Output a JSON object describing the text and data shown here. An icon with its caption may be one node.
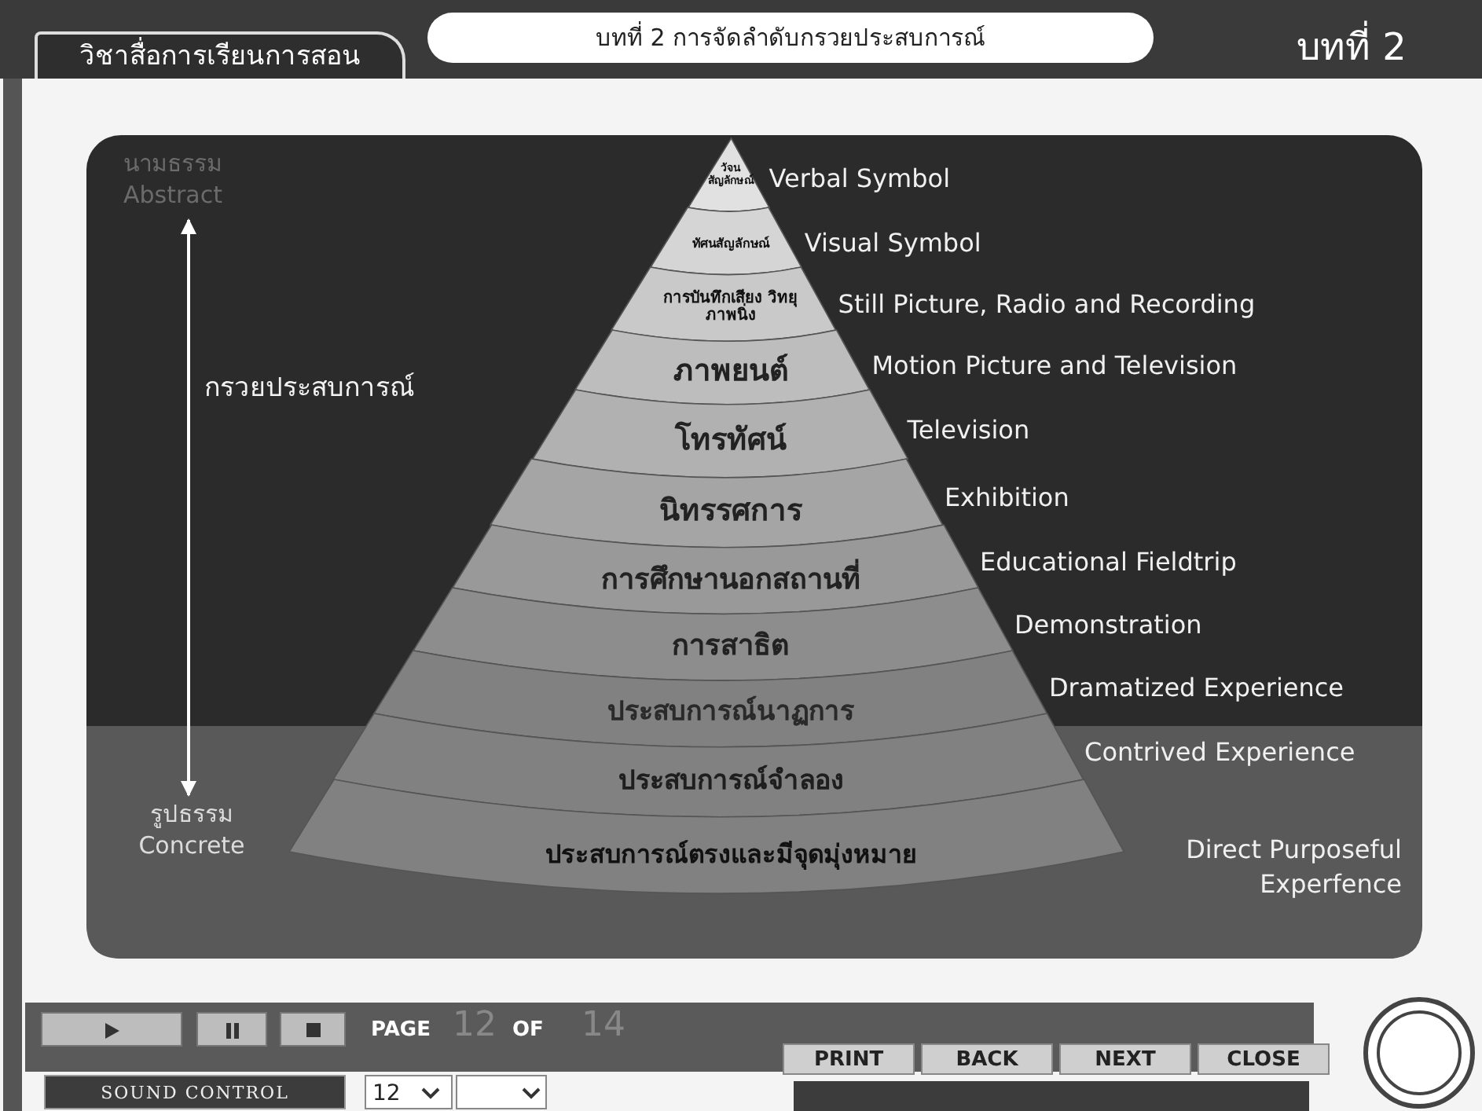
{
  "diagram": {
    "title": "บทที่ 2 การจัดลำดับกรวยประสบการณ์",
    "nodes": [
      {
        "text": [
          "นามธรรม Abstract"
        ]
      },
      {
        "text": [
          "รูปธรรม Concrete"
        ]
      },
      {
        "text": [
          "วัจนสัญลักษณ์"
        ],
        "beside": [
          "Verbal Symbol"
        ]
      },
      {
        "text": [
          "ทัศนสัญลักษณ์"
        ],
        "beside": [
          "Visual Symbol"
        ]
      },
      {
        "text": [
          "การบันทึกเสียง วิทยุ ภาพนิ่ง"
        ],
        "beside": [
          "Still Picture, Radio and Recording"
        ]
      },
      {
        "text": [
          "ภาพยนต์"
        ],
        "beside": [
          "Motion Picture and Television"
        ]
      },
      {
        "text": [
          "โทรทัศน์"
        ],
        "beside": [
          "Television"
        ]
      },
      {
        "text": [
          "นิทรรศการ"
        ],
        "beside": [
          "Exhibition"
        ]
      },
      {
        "text": [
          "การศึกษานอกสถานที่"
        ],
        "beside": [
          "Educational Fieldtrip"
        ]
      },
      {
        "text": [
          "การสาธิต"
        ],
        "beside": [
          "Demonstration"
        ]
      },
      {
        "text": [
          "ประสบการณ์นาฏการ"
        ],
        "beside": [
          "Dramatized Experience"
        ]
      },
      {
        "text": [
          "ประสบการณ์จำลอง"
        ],
        "beside": [
          "Contrived Experience"
        ]
      },
      {
        "text": [
          "ประสบการณ์ตรงและมีจุดมุ่งหมาย"
        ],
        "beside": [
          "Direct Purposeful Experfence"
        ]
      }
    ],
    "edges": [
      {
        "from": 0,
        "to": 1,
        "arrow": "both"
      }
    ],
    "labels": [
      "วิชาสื่อการเรียนการสอน",
      "บทที่ 2",
      "กรวยประสบการณ์",
      "PAGE",
      "12",
      "OF",
      "14",
      "PRINT",
      "BACK",
      "NEXT",
      "CLOSE",
      "SOUND CONTROL",
      "12"
    ]
  }
}
